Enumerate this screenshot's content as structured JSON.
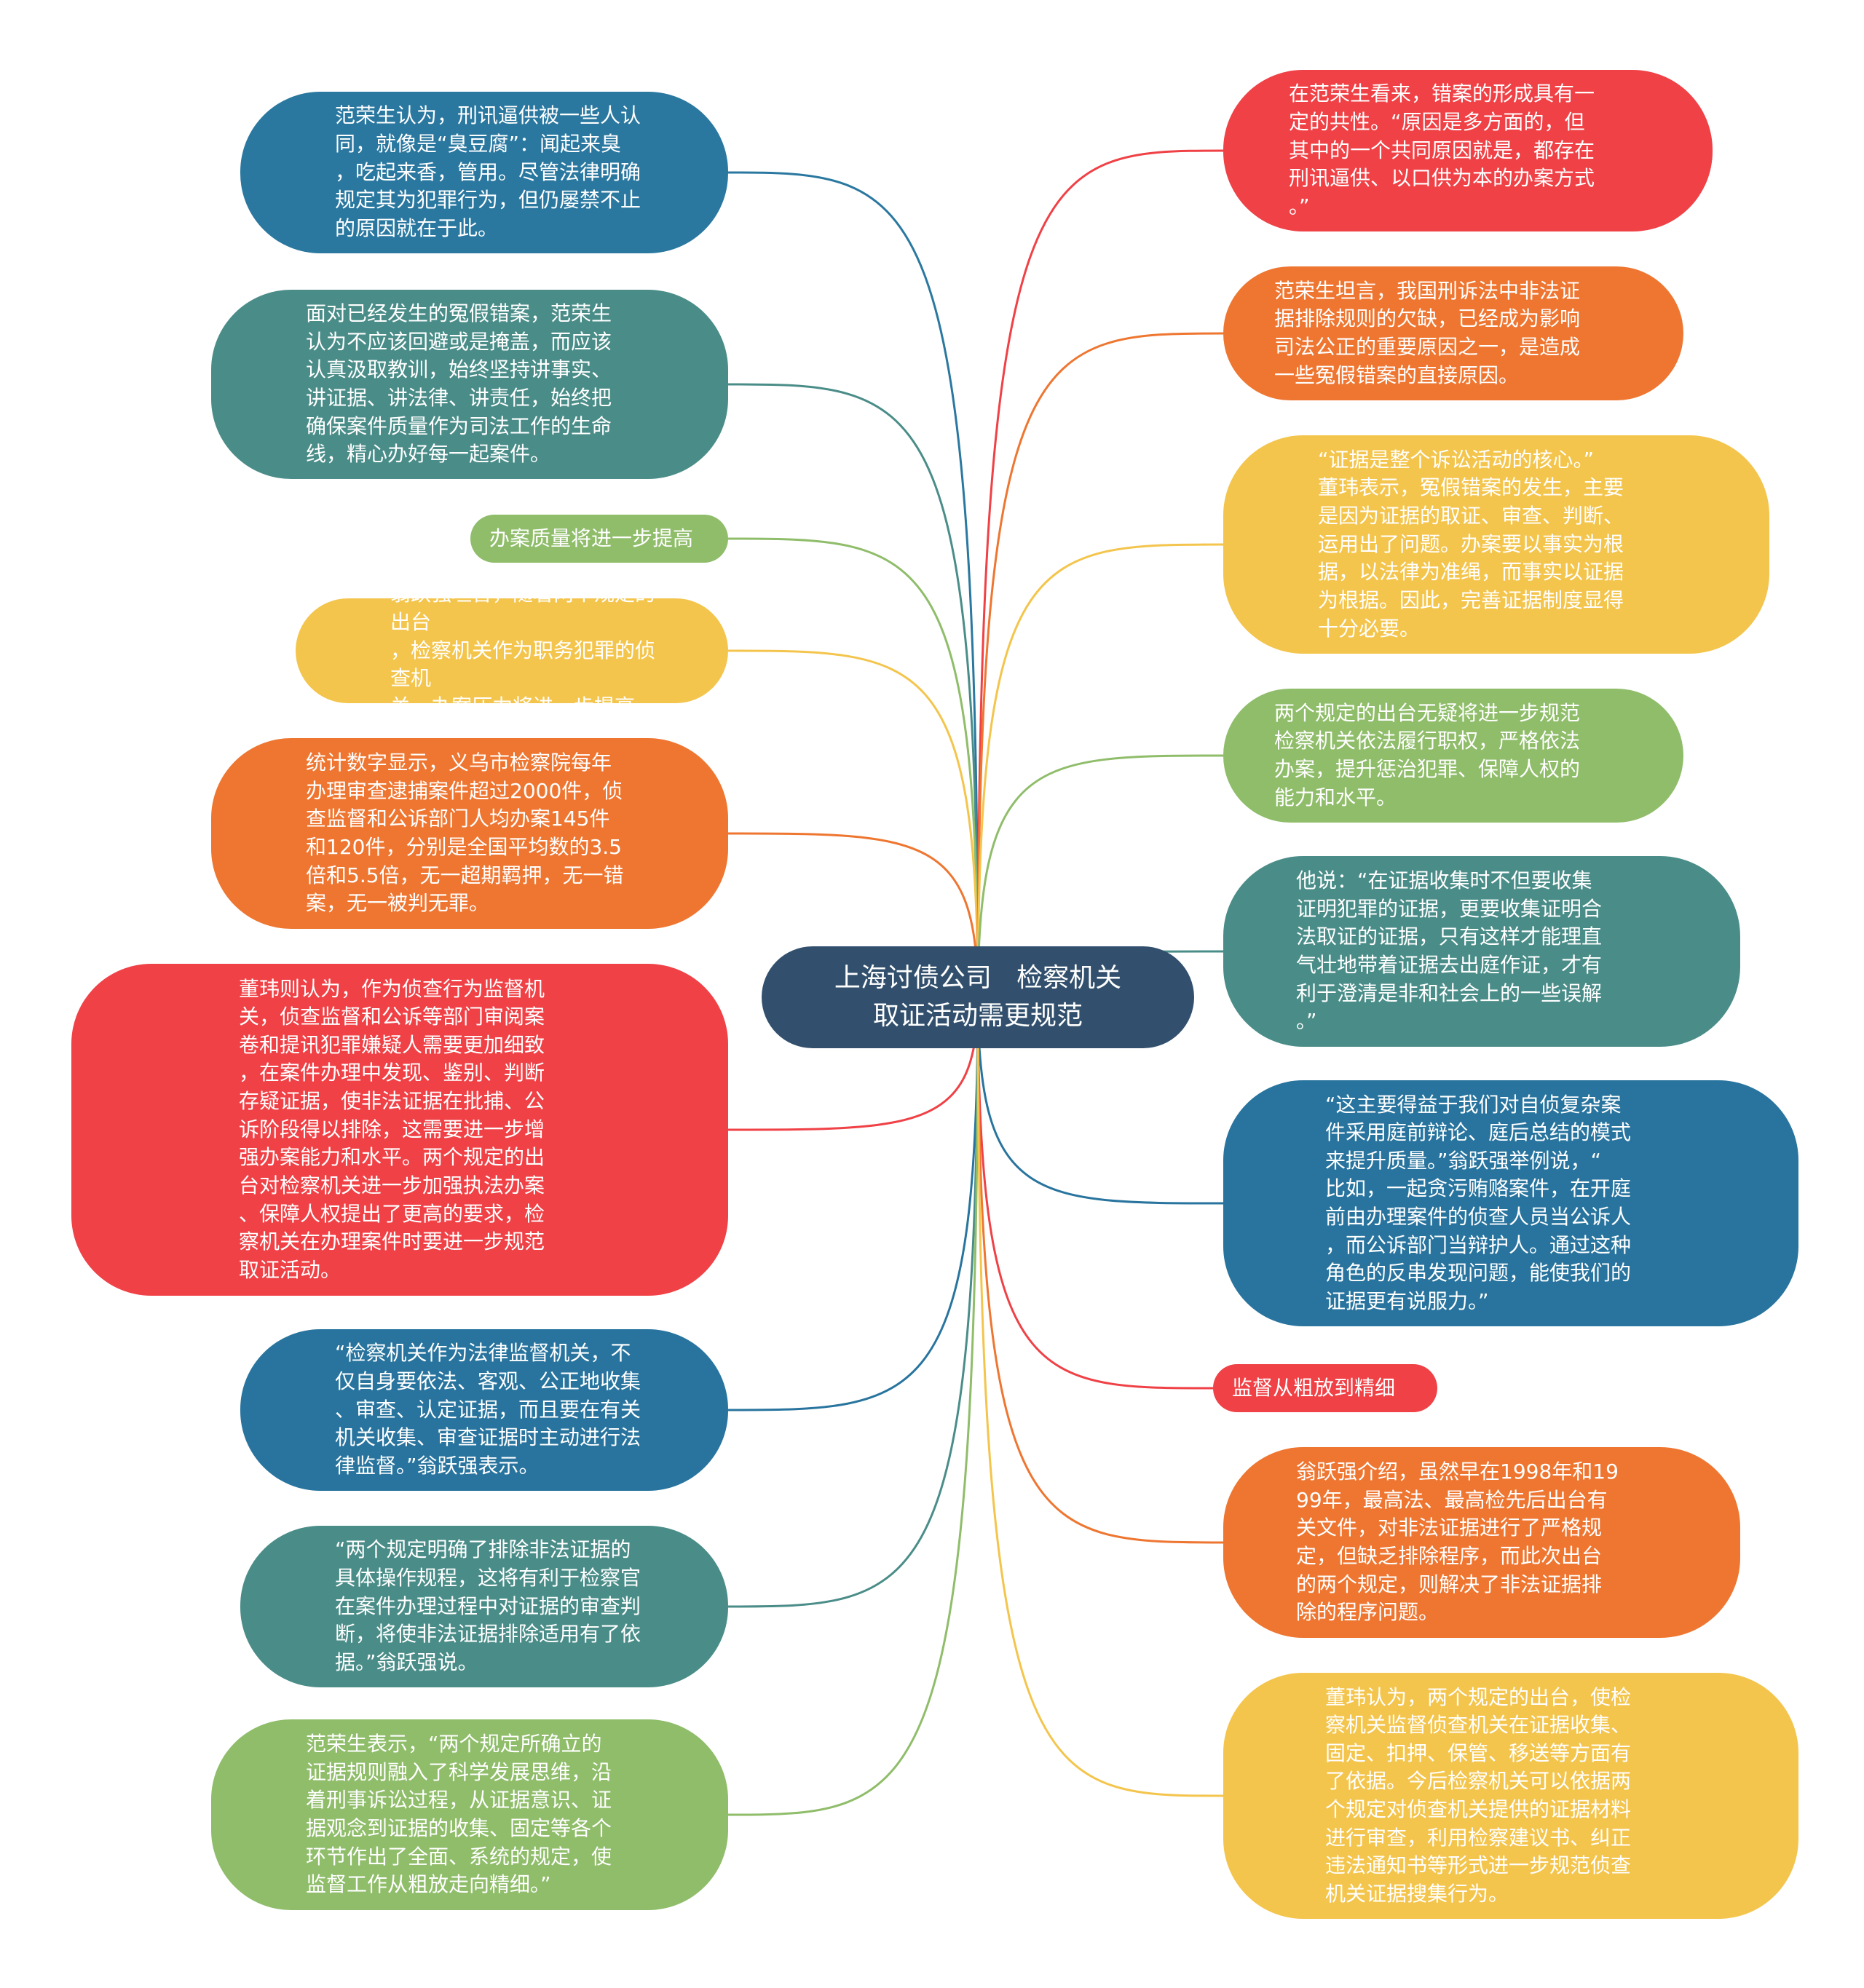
{
  "center": {
    "title": "上海讨债公司   检察机关\n取证活动需更规范"
  },
  "nodes": [
    {
      "id": "L1",
      "color": "blue",
      "text": "范荣生认为，刑讯逼供被一些人认\n同，就像是“臭豆腐”：闻起来臭\n，吃起来香，管用。尽管法律明确\n规定其为犯罪行为，但仍屡禁不止\n的原因就在于此。"
    },
    {
      "id": "L2",
      "color": "teal",
      "text": "面对已经发生的冤假错案，范荣生\n认为不应该回避或是掩盖，而应该\n认真汲取教训，始终坚持讲事实、\n讲证据、讲法律、讲责任，始终把\n确保案件质量作为司法工作的生命\n线，精心办好每一起案件。"
    },
    {
      "id": "L3",
      "color": "green",
      "text": "办案质量将进一步提高"
    },
    {
      "id": "L4",
      "color": "yellow",
      "text": "翁跃强坦言，随着两个规定的出台\n，检察机关作为职务犯罪的侦查机\n关，办案压力将进一步提高。"
    },
    {
      "id": "L5",
      "color": "orange",
      "text": "统计数字显示，义乌市检察院每年\n办理审查逮捕案件超过2000件，侦\n查监督和公诉部门人均办案145件\n和120件，分别是全国平均数的3.5\n倍和5.5倍，无一超期羁押，无一错\n案，无一被判无罪。"
    },
    {
      "id": "L6",
      "color": "red",
      "text": "董玮则认为，作为侦查行为监督机\n关，侦查监督和公诉等部门审阅案\n卷和提讯犯罪嫌疑人需要更加细致\n，在案件办理中发现、鉴别、判断\n存疑证据，使非法证据在批捕、公\n诉阶段得以排除，这需要进一步增\n强办案能力和水平。两个规定的出\n台对检察机关进一步加强执法办案\n、保障人权提出了更高的要求，检\n察机关在办理案件时要进一步规范\n取证活动。"
    },
    {
      "id": "L7",
      "color": "darkblue",
      "text": "“检察机关作为法律监督机关，不\n仅自身要依法、客观、公正地收集\n、审查、认定证据，而且要在有关\n机关收集、审查证据时主动进行法\n律监督。”翁跃强表示。"
    },
    {
      "id": "L8",
      "color": "teal",
      "text": "“两个规定明确了排除非法证据的\n具体操作规程，这将有利于检察官\n在案件办理过程中对证据的审查判\n断，将使非法证据排除适用有了依\n据。”翁跃强说。"
    },
    {
      "id": "L9",
      "color": "green",
      "text": "范荣生表示，“两个规定所确立的\n证据规则融入了科学发展思维，沿\n着刑事诉讼过程，从证据意识、证\n据观念到证据的收集、固定等各个\n环节作出了全面、系统的规定，使\n监督工作从粗放走向精细。”"
    },
    {
      "id": "R1",
      "color": "red",
      "text": "在范荣生看来，错案的形成具有一\n定的共性。“原因是多方面的，但\n其中的一个共同原因就是，都存在\n刑讯逼供、以口供为本的办案方式\n。”"
    },
    {
      "id": "R2",
      "color": "orange",
      "text": "范荣生坦言，我国刑诉法中非法证\n据排除规则的欠缺，已经成为影响\n司法公正的重要原因之一，是造成\n一些冤假错案的直接原因。"
    },
    {
      "id": "R3",
      "color": "yellow",
      "text": "“证据是整个诉讼活动的核心。”\n董玮表示，冤假错案的发生，主要\n是因为证据的取证、审查、判断、\n运用出了问题。办案要以事实为根\n据，以法律为准绳，而事实以证据\n为根据。因此，完善证据制度显得\n十分必要。"
    },
    {
      "id": "R4",
      "color": "green",
      "text": "两个规定的出台无疑将进一步规范\n检察机关依法履行职权，严格依法\n办案，提升惩治犯罪、保障人权的\n能力和水平。"
    },
    {
      "id": "R5",
      "color": "teal",
      "text": "他说：“在证据收集时不但要收集\n证明犯罪的证据，更要收集证明合\n法取证的证据，只有这样才能理直\n气壮地带着证据去出庭作证，才有\n利于澄清是非和社会上的一些误解\n。”"
    },
    {
      "id": "R6",
      "color": "darkblue",
      "text": "“这主要得益于我们对自侦复杂案\n件采用庭前辩论、庭后总结的模式\n来提升质量。”翁跃强举例说，“\n比如，一起贪污贿赂案件，在开庭\n前由办理案件的侦查人员当公诉人\n，而公诉部门当辩护人。通过这种\n角色的反串发现问题，能使我们的\n证据更有说服力。”"
    },
    {
      "id": "R7",
      "color": "red",
      "text": "监督从粗放到精细"
    },
    {
      "id": "R8",
      "color": "orange",
      "text": "翁跃强介绍，虽然早在1998年和19\n99年，最高法、最高检先后出台有\n关文件，对非法证据进行了严格规\n定，但缺乏排除程序，而此次出台\n的两个规定，则解决了非法证据排\n除的程序问题。"
    },
    {
      "id": "R9",
      "color": "yellow",
      "text": "董玮认为，两个规定的出台，使检\n察机关监督侦查机关在证据收集、\n固定、扣押、保管、移送等方面有\n了依据。今后检察机关可以依据两\n个规定对侦查机关提供的证据材料\n进行审查，利用检察建议书、纠正\n违法通知书等形式进一步规范侦查\n机关证据搜集行为。"
    }
  ],
  "colors": {
    "blue": "#2a78a0",
    "teal": "#4a8d88",
    "green": "#8fbd6a",
    "yellow": "#f4c54d",
    "orange": "#ee7631",
    "red": "#ef4146",
    "darkblue": "#28749e",
    "center": "#32506d"
  }
}
